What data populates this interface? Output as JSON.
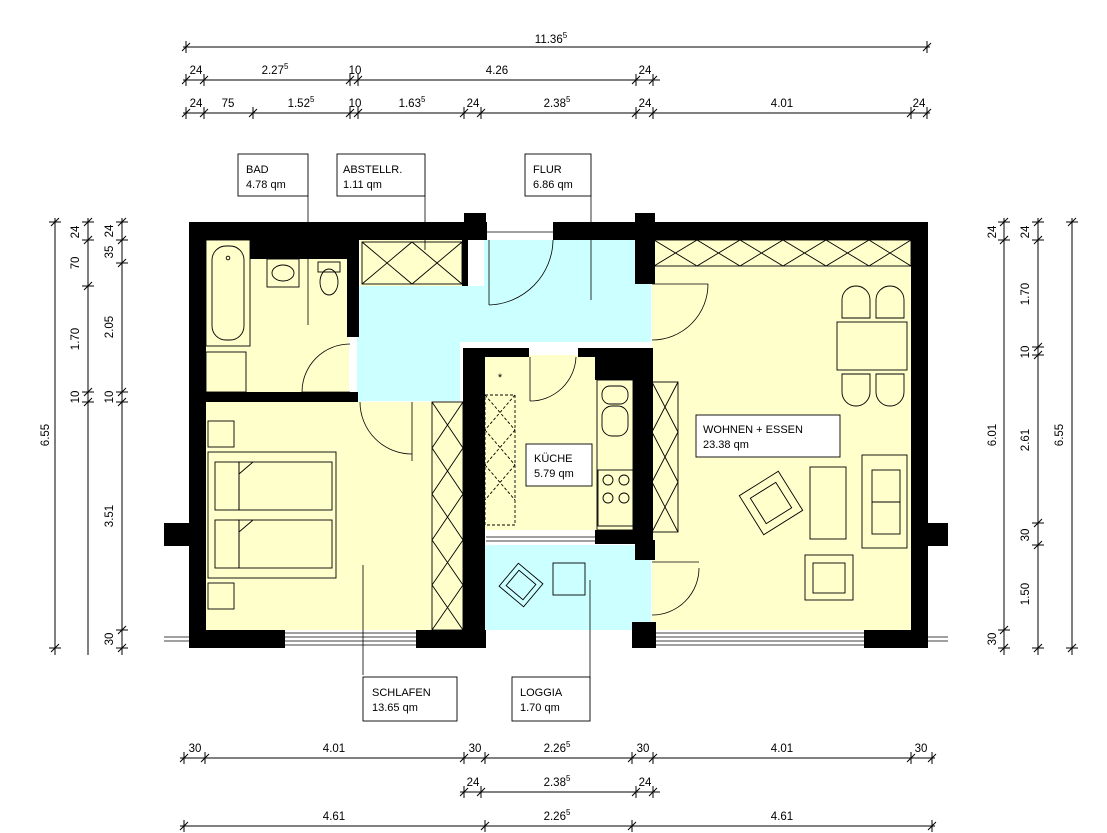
{
  "colors": {
    "living_fill": "#ffffcc",
    "circulation_fill": "#ccffff",
    "wall": "#000000",
    "paper": "#ffffff"
  },
  "rooms": [
    {
      "name": "BAD",
      "area": "4.78 qm"
    },
    {
      "name": "ABSTELLR.",
      "area": "1.11 qm"
    },
    {
      "name": "FLUR",
      "area": "6.86 qm"
    },
    {
      "name": "KÜCHE",
      "area": "5.79 qm"
    },
    {
      "name": "WOHNEN + ESSEN",
      "area": "23.38 qm"
    },
    {
      "name": "SCHLAFEN",
      "area": "13.65 qm"
    },
    {
      "name": "LOGGIA",
      "area": "1.70 qm"
    }
  ],
  "dimensions": {
    "top_total": {
      "value": "11.36",
      "sup": "5"
    },
    "top_row2": [
      {
        "value": "24",
        "sup": ""
      },
      {
        "value": "2.27",
        "sup": "5"
      },
      {
        "value": "10",
        "sup": ""
      },
      {
        "value": "4.26",
        "sup": ""
      },
      {
        "value": "24",
        "sup": ""
      }
    ],
    "top_row3": [
      {
        "value": "24",
        "sup": ""
      },
      {
        "value": "75",
        "sup": ""
      },
      {
        "value": "1.52",
        "sup": "5"
      },
      {
        "value": "10",
        "sup": ""
      },
      {
        "value": "1.63",
        "sup": "5"
      },
      {
        "value": "24",
        "sup": ""
      },
      {
        "value": "2.38",
        "sup": "5"
      },
      {
        "value": "24",
        "sup": ""
      },
      {
        "value": "4.01",
        "sup": ""
      },
      {
        "value": "24",
        "sup": ""
      }
    ],
    "bottom_row1": [
      {
        "value": "30",
        "sup": ""
      },
      {
        "value": "4.01",
        "sup": ""
      },
      {
        "value": "30",
        "sup": ""
      },
      {
        "value": "2.26",
        "sup": "5"
      },
      {
        "value": "30",
        "sup": ""
      },
      {
        "value": "4.01",
        "sup": ""
      },
      {
        "value": "30",
        "sup": ""
      }
    ],
    "bottom_row2": [
      {
        "value": "24",
        "sup": ""
      },
      {
        "value": "2.38",
        "sup": "5"
      },
      {
        "value": "24",
        "sup": ""
      }
    ],
    "bottom_row3": [
      {
        "value": "4.61",
        "sup": ""
      },
      {
        "value": "2.26",
        "sup": "5"
      },
      {
        "value": "4.61",
        "sup": ""
      }
    ],
    "left_outer": {
      "value": "6.55"
    },
    "left_a": [
      {
        "value": "24"
      },
      {
        "value": "70"
      },
      {
        "value": "1.70"
      },
      {
        "value": "10"
      },
      {
        "value": "3.51"
      },
      {
        "value": "30"
      }
    ],
    "left_b": [
      {
        "value": "35"
      },
      {
        "value": "24"
      },
      {
        "value": "2.05"
      },
      {
        "value": "10"
      }
    ],
    "right_a": [
      {
        "value": "24"
      },
      {
        "value": "6.01"
      },
      {
        "value": "30"
      }
    ],
    "right_b": [
      {
        "value": "24"
      },
      {
        "value": "1.70"
      },
      {
        "value": "10"
      },
      {
        "value": "2.61"
      },
      {
        "value": "30"
      },
      {
        "value": "1.50"
      }
    ],
    "right_outer": {
      "value": "6.55"
    }
  }
}
